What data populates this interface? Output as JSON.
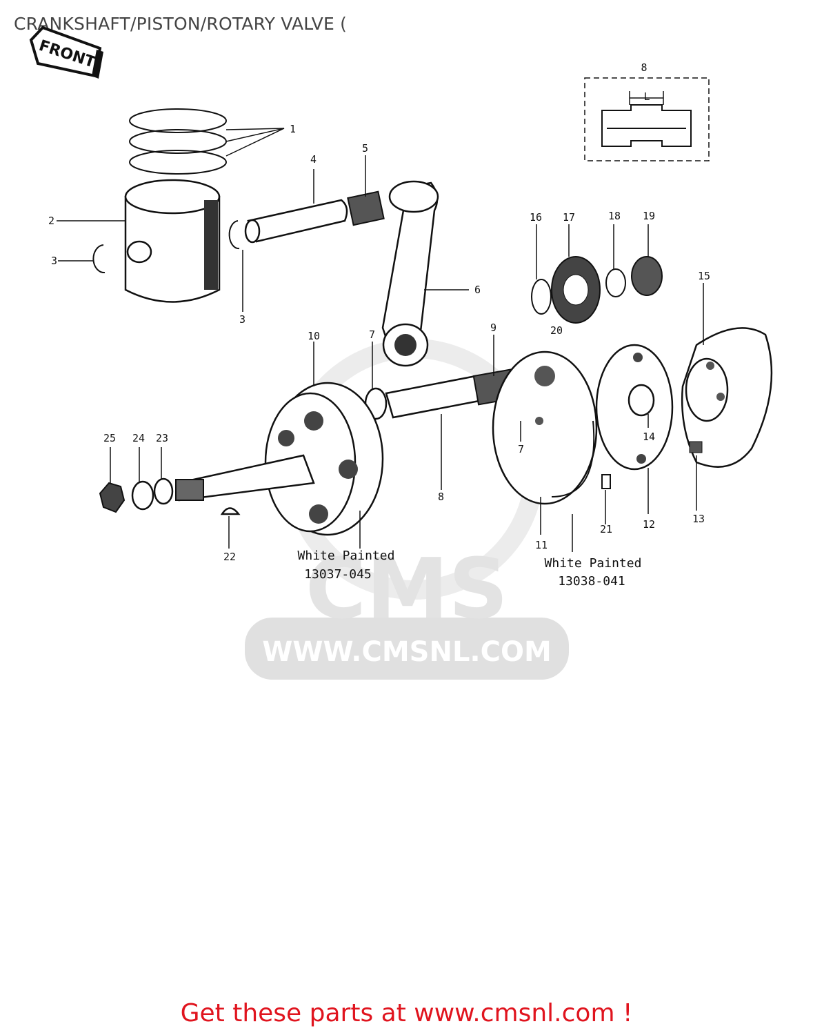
{
  "page": {
    "title": "CRANKSHAFT/PISTON/ROTARY VALVE (",
    "cta_text": "Get these parts at www.cmsnl.com !"
  },
  "diagram": {
    "front_label": "FRONT",
    "inset_label": "8",
    "inset_dimension": "L",
    "callouts": [
      "1",
      "2",
      "3",
      "3",
      "4",
      "5",
      "6",
      "7",
      "7",
      "8",
      "9",
      "10",
      "11",
      "12",
      "13",
      "14",
      "15",
      "16",
      "17",
      "18",
      "19",
      "20",
      "21",
      "22",
      "23",
      "24",
      "25"
    ],
    "notes": [
      {
        "line1": "White Painted",
        "line2": "13037-045"
      },
      {
        "line1": "White Painted",
        "line2": "13038-041"
      }
    ]
  },
  "watermark": {
    "logo_text": "CMS",
    "url_text": "WWW.CMSNL.COM"
  },
  "colors": {
    "title": "#444444",
    "cta": "#e0141e",
    "line_art": "#111111",
    "watermark": "#e3e3e3"
  }
}
